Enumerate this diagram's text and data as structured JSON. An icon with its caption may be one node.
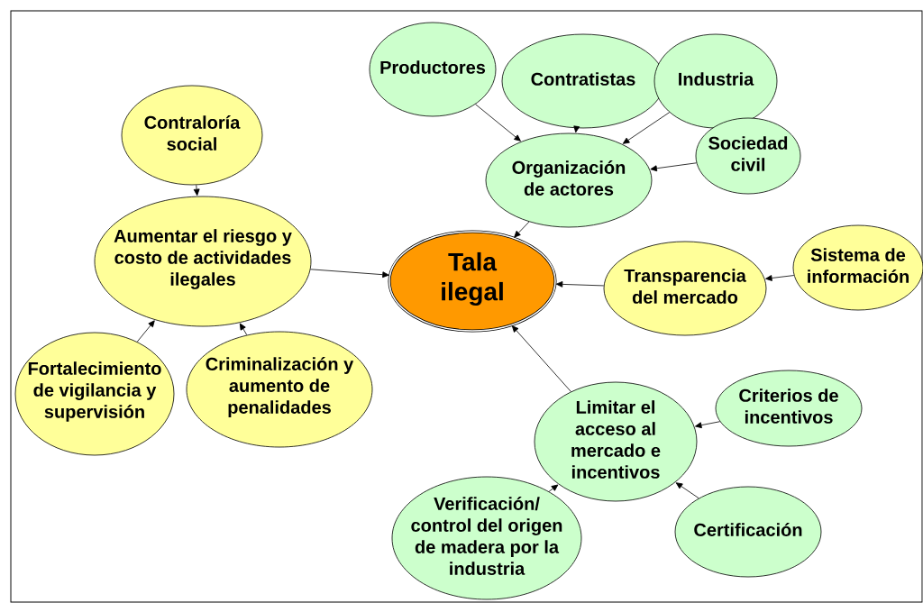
{
  "diagram": {
    "nodes": [
      {
        "text": [
          "Tala ilegal"
        ]
      },
      {
        "text": [
          "Productores"
        ]
      },
      {
        "text": [
          "Contratistas"
        ]
      },
      {
        "text": [
          "Industria"
        ]
      },
      {
        "text": [
          "Organización de actores"
        ]
      },
      {
        "text": [
          "Sociedad civil"
        ]
      },
      {
        "text": [
          "Contraloría social"
        ]
      },
      {
        "text": [
          "Aumentar el riesgo y costo de actividades ilegales"
        ]
      },
      {
        "text": [
          "Fortalecimiento de vigilancia y supervisión"
        ]
      },
      {
        "text": [
          "Criminalización y aumento de penalidades"
        ]
      },
      {
        "text": [
          "Transparencia del mercado"
        ]
      },
      {
        "text": [
          "Sistema de información"
        ]
      },
      {
        "text": [
          "Limitar el acceso al mercado e incentivos"
        ]
      },
      {
        "text": [
          "Criterios de incentivos"
        ]
      },
      {
        "text": [
          "Certificación"
        ]
      },
      {
        "text": [
          "Verificación/ control del origen de madera por la industria"
        ]
      }
    ],
    "edges": [
      {
        "from": 1,
        "to": 4,
        "arrow": "to"
      },
      {
        "from": 2,
        "to": 4,
        "arrow": "to"
      },
      {
        "from": 3,
        "to": 4,
        "arrow": "to"
      },
      {
        "from": 5,
        "to": 4,
        "arrow": "to"
      },
      {
        "from": 4,
        "to": 0,
        "arrow": "to"
      },
      {
        "from": 6,
        "to": 7,
        "arrow": "to"
      },
      {
        "from": 7,
        "to": 0,
        "arrow": "to"
      },
      {
        "from": 8,
        "to": 7,
        "arrow": "to"
      },
      {
        "from": 9,
        "to": 7,
        "arrow": "to"
      },
      {
        "from": 11,
        "to": 10,
        "arrow": "to"
      },
      {
        "from": 10,
        "to": 0,
        "arrow": "to"
      },
      {
        "from": 12,
        "to": 0,
        "arrow": "to"
      },
      {
        "from": 13,
        "to": 12,
        "arrow": "to"
      },
      {
        "from": 14,
        "to": 12,
        "arrow": "to"
      },
      {
        "from": 15,
        "to": 12,
        "arrow": "to"
      }
    ]
  }
}
